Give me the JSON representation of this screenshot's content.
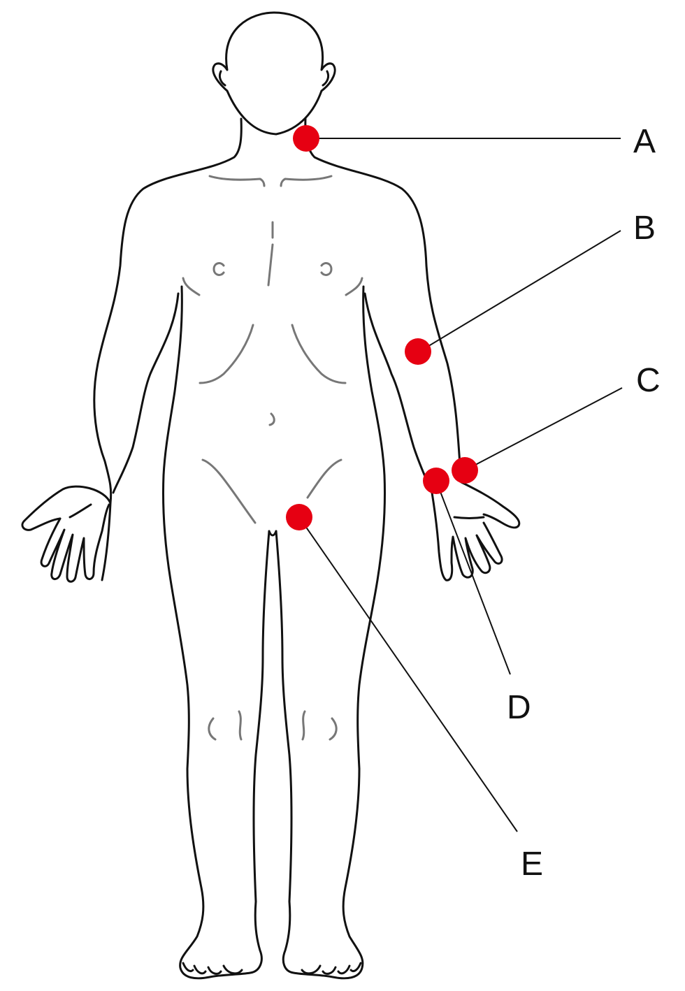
{
  "colors": {
    "outline": "#111111",
    "detail": "#777777",
    "marker": "#e60012",
    "background": "#ffffff"
  },
  "markers": [
    {
      "id": "A",
      "label": "A"
    },
    {
      "id": "B",
      "label": "B"
    },
    {
      "id": "C",
      "label": "C"
    },
    {
      "id": "D",
      "label": "D"
    },
    {
      "id": "E",
      "label": "E"
    }
  ]
}
